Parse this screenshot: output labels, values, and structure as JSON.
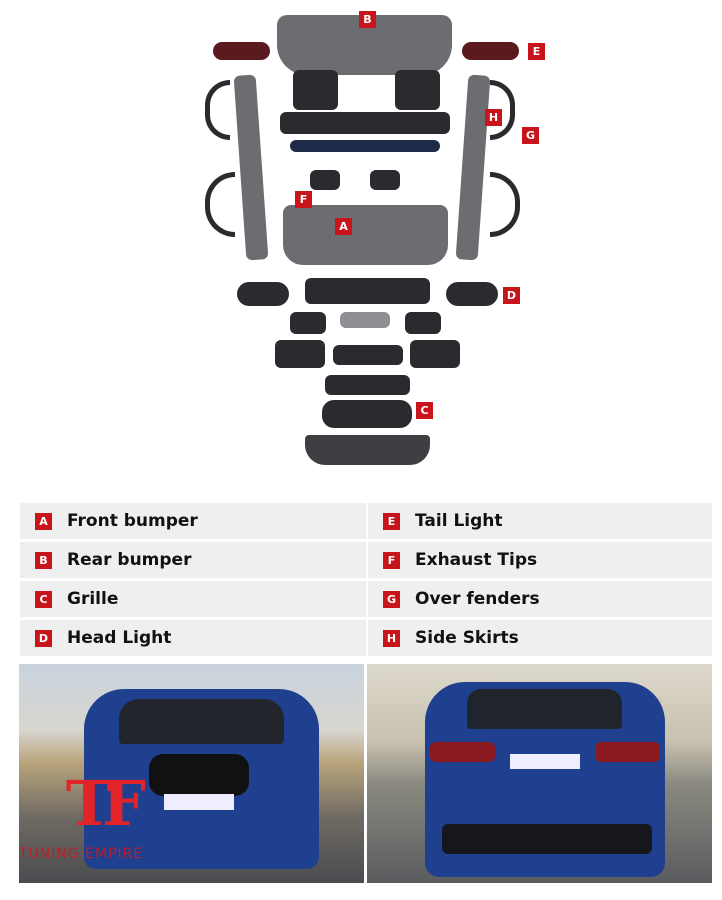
{
  "diagram": {
    "labels": [
      "A",
      "B",
      "C",
      "D",
      "E",
      "F",
      "G",
      "H"
    ]
  },
  "legend": {
    "items": [
      {
        "key": "A",
        "label": "Front bumper"
      },
      {
        "key": "B",
        "label": "Rear bumper"
      },
      {
        "key": "C",
        "label": "Grille"
      },
      {
        "key": "D",
        "label": "Head Light"
      },
      {
        "key": "E",
        "label": "Tail Light"
      },
      {
        "key": "F",
        "label": "Exhaust Tips"
      },
      {
        "key": "G",
        "label": "Over fenders"
      },
      {
        "key": "H",
        "label": "Side Skirts"
      }
    ]
  },
  "logo": {
    "text": "TUNING EMPIRE"
  },
  "colors": {
    "accent": "#c8151b",
    "car": "#1f3f8f"
  }
}
